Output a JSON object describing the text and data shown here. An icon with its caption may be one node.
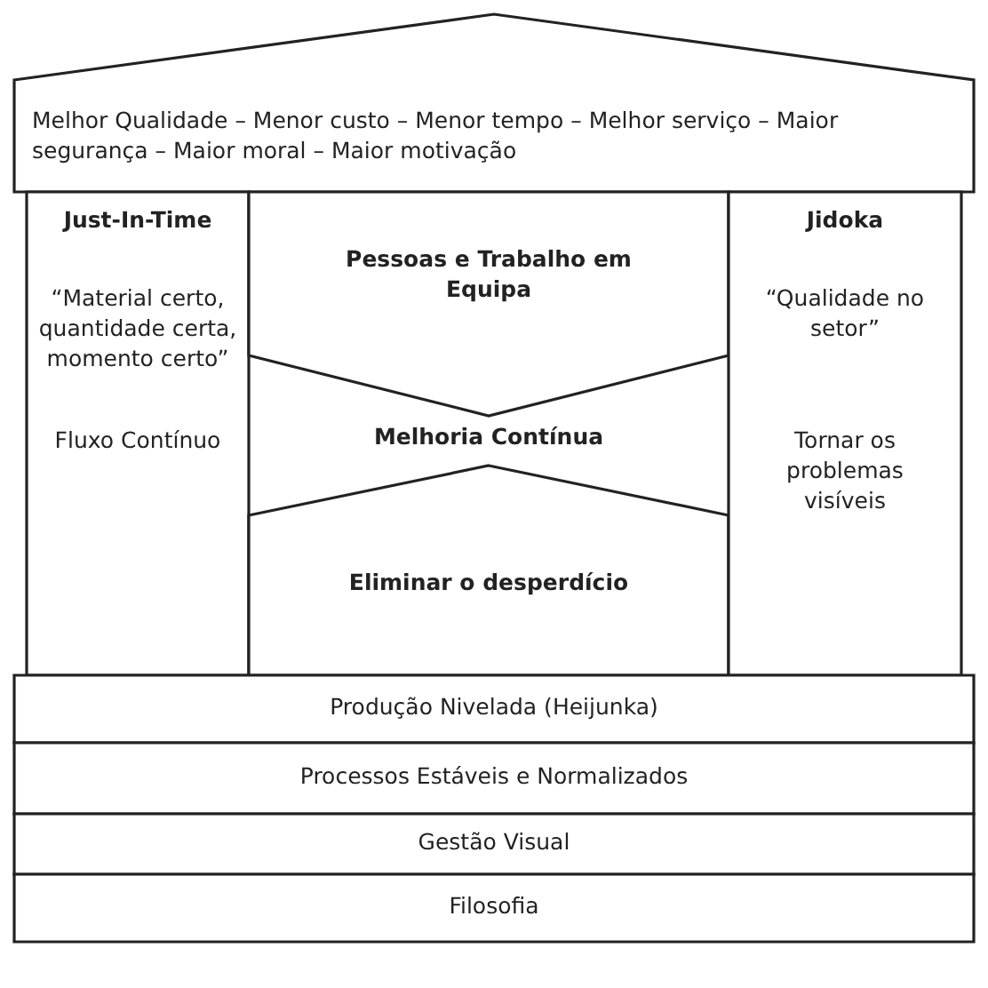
{
  "diagram": {
    "nodes": [
      {
        "text": [
          "Melhor Qualidade – Menor custo – Menor tempo – Melhor serviço – Maior segurança – Maior moral – Maior motivação"
        ]
      },
      {
        "text": [
          "Just-In-Time",
          "“Material certo, quantidade certa, momento certo”",
          "Fluxo Contínuo"
        ]
      },
      {
        "text": [
          "Pessoas e Trabalho em Equipa"
        ]
      },
      {
        "text": [
          "Eliminar o desperdício"
        ]
      },
      {
        "text": [
          "Jidoka",
          "“Qualidade no setor”",
          "Tornar os problemas visíveis"
        ]
      },
      {
        "text": [
          "Produção Nivelada (Heijunka)"
        ]
      },
      {
        "text": [
          "Processos Estáveis e Normalizados"
        ]
      },
      {
        "text": [
          "Gestão Visual"
        ]
      },
      {
        "text": [
          "Filosofia"
        ]
      }
    ],
    "edges": [],
    "labels": [
      "Melhoria Contínua"
    ]
  }
}
